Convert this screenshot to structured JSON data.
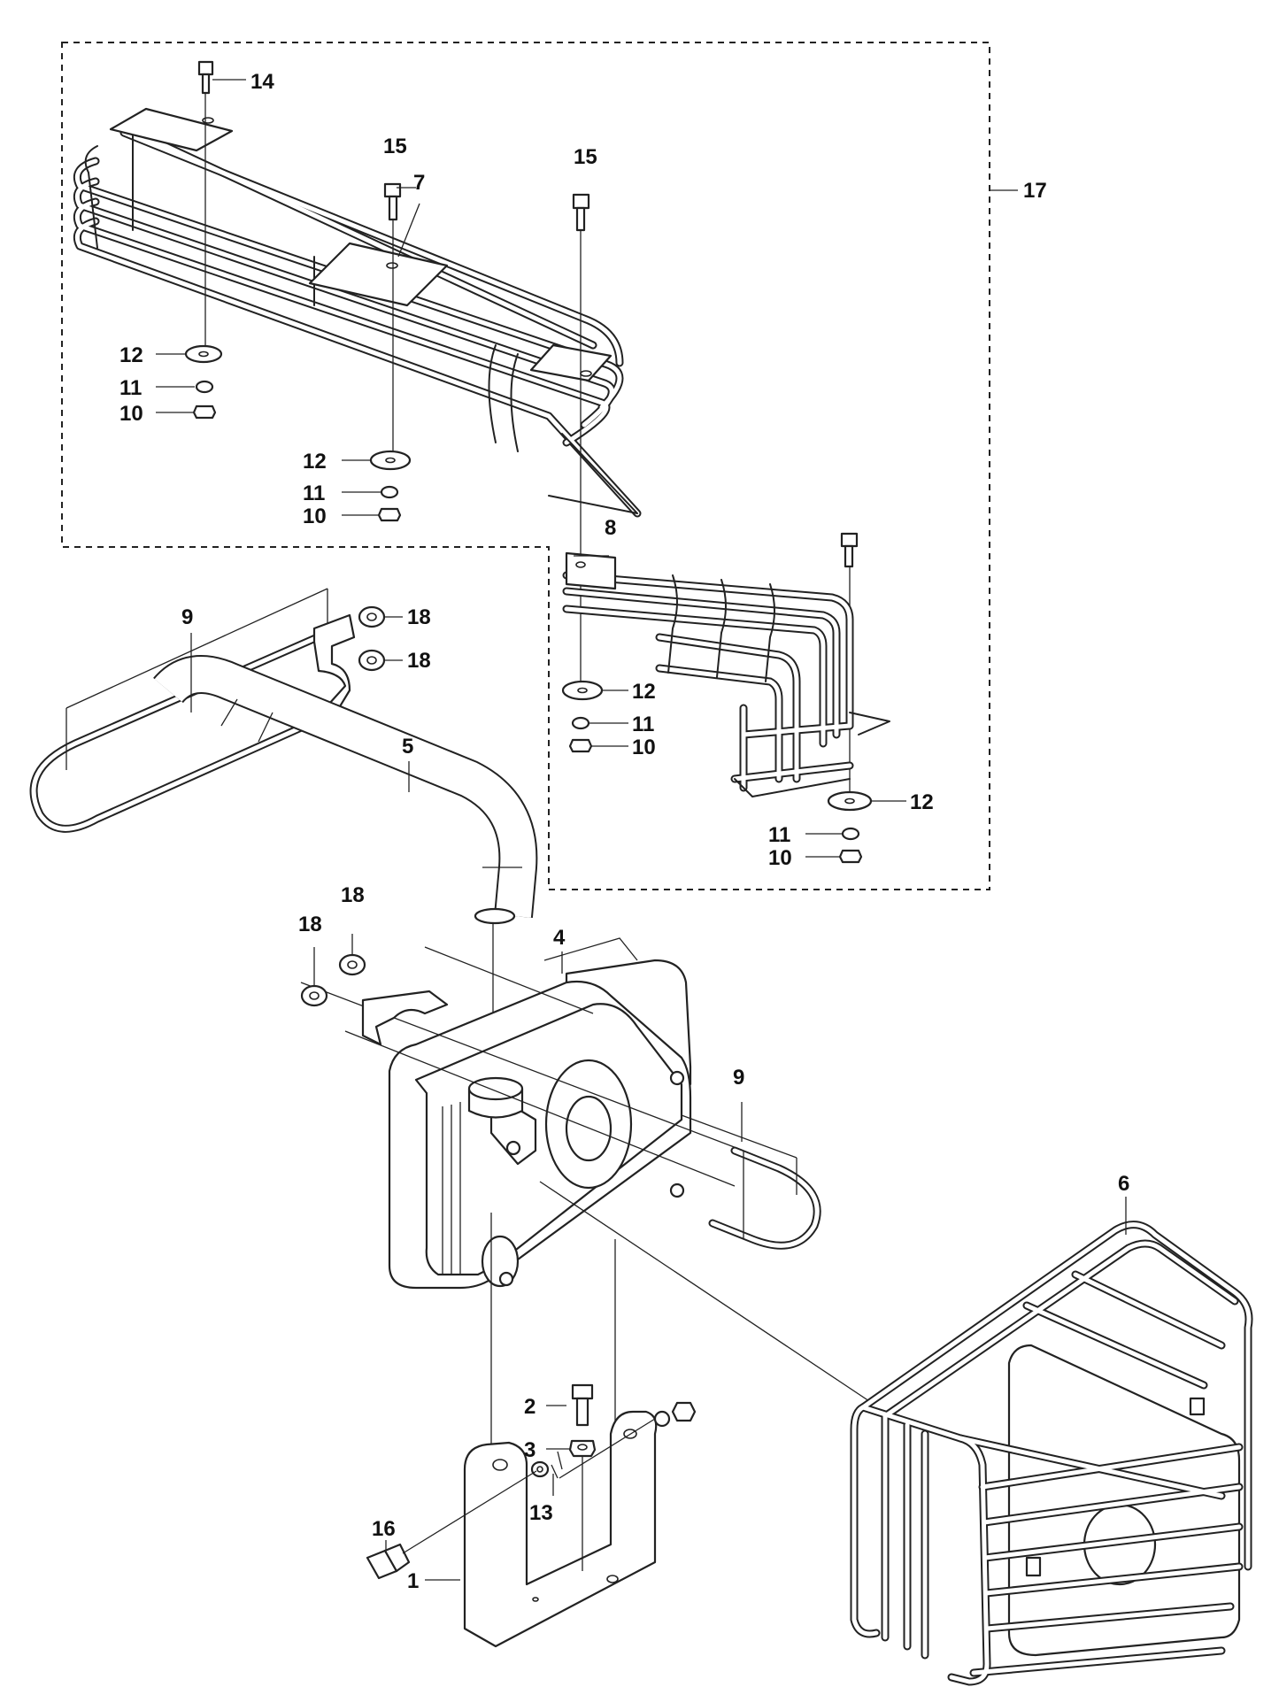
{
  "diagram": {
    "callouts": [
      {
        "id": "c14",
        "text": "14"
      },
      {
        "id": "c15a",
        "text": "15"
      },
      {
        "id": "c7",
        "text": "7"
      },
      {
        "id": "c15b",
        "text": "15"
      },
      {
        "id": "c17",
        "text": "17"
      },
      {
        "id": "c12a",
        "text": "12"
      },
      {
        "id": "c11a",
        "text": "11"
      },
      {
        "id": "c10a",
        "text": "10"
      },
      {
        "id": "c12b",
        "text": "12"
      },
      {
        "id": "c11b",
        "text": "11"
      },
      {
        "id": "c10b",
        "text": "10"
      },
      {
        "id": "c8",
        "text": "8"
      },
      {
        "id": "c9a",
        "text": "9"
      },
      {
        "id": "c18a",
        "text": "18"
      },
      {
        "id": "c18b",
        "text": "18"
      },
      {
        "id": "c12c",
        "text": "12"
      },
      {
        "id": "c11c",
        "text": "11"
      },
      {
        "id": "c10c",
        "text": "10"
      },
      {
        "id": "c5",
        "text": "5"
      },
      {
        "id": "c12d",
        "text": "12"
      },
      {
        "id": "c11d",
        "text": "11"
      },
      {
        "id": "c10d",
        "text": "10"
      },
      {
        "id": "c18c",
        "text": "18"
      },
      {
        "id": "c18d",
        "text": "18"
      },
      {
        "id": "c4",
        "text": "4"
      },
      {
        "id": "c9b",
        "text": "9"
      },
      {
        "id": "c6",
        "text": "6"
      },
      {
        "id": "c2",
        "text": "2"
      },
      {
        "id": "c3",
        "text": "3"
      },
      {
        "id": "c13",
        "text": "13"
      },
      {
        "id": "c16",
        "text": "16"
      },
      {
        "id": "c1",
        "text": "1"
      }
    ]
  }
}
